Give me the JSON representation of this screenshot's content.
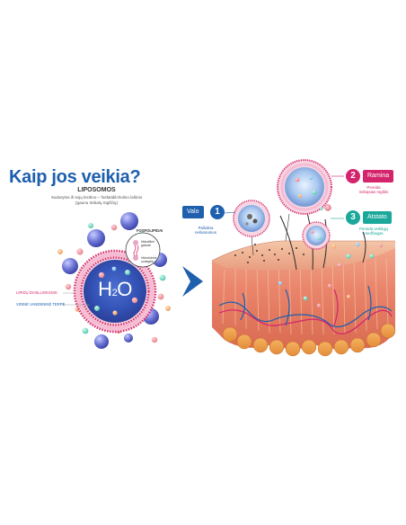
{
  "title": "Kaip jos veikia?",
  "liposome": {
    "title": "LIPOSOMOS",
    "subtitle_line1": "Sudarytos iš sojų lecitino – fosfatidilcholino lašinio",
    "subtitle_line2": "(gaunu riebalų rūgščių)",
    "phospholipid_label": "FOSFOLIPIDAI",
    "head_label": "Hidrofilinė galvutė",
    "tail_label": "Hidrofobinė uodegėlė",
    "lipid_bilayer_label": "LIPIDŲ DVISLUOKSNIS",
    "water_label": "VIDINĖ VANDENINĖ TERPĖ",
    "core_text": "H2O",
    "core_text_main": "H",
    "core_text_sub": "2",
    "core_text_end": "O"
  },
  "steps": [
    {
      "number": "1",
      "label": "Valo",
      "desc_line1": "Pašalina",
      "desc_line2": "nešvarumus",
      "color": "#1e5fae"
    },
    {
      "number": "2",
      "label": "Ramina",
      "desc_line1": "Pereida",
      "desc_line2": "riebiąsias rūgštis",
      "color": "#d4246b"
    },
    {
      "number": "3",
      "label": "Atstato",
      "desc_line1": "Pereida veikliųjų",
      "desc_line2": "medžiagas",
      "color": "#1aa89a"
    }
  ],
  "colors": {
    "title": "#1e5fae",
    "pink": "#d4246b",
    "teal": "#1aa89a",
    "blue": "#1e5fae",
    "skin": "#e8a080"
  }
}
